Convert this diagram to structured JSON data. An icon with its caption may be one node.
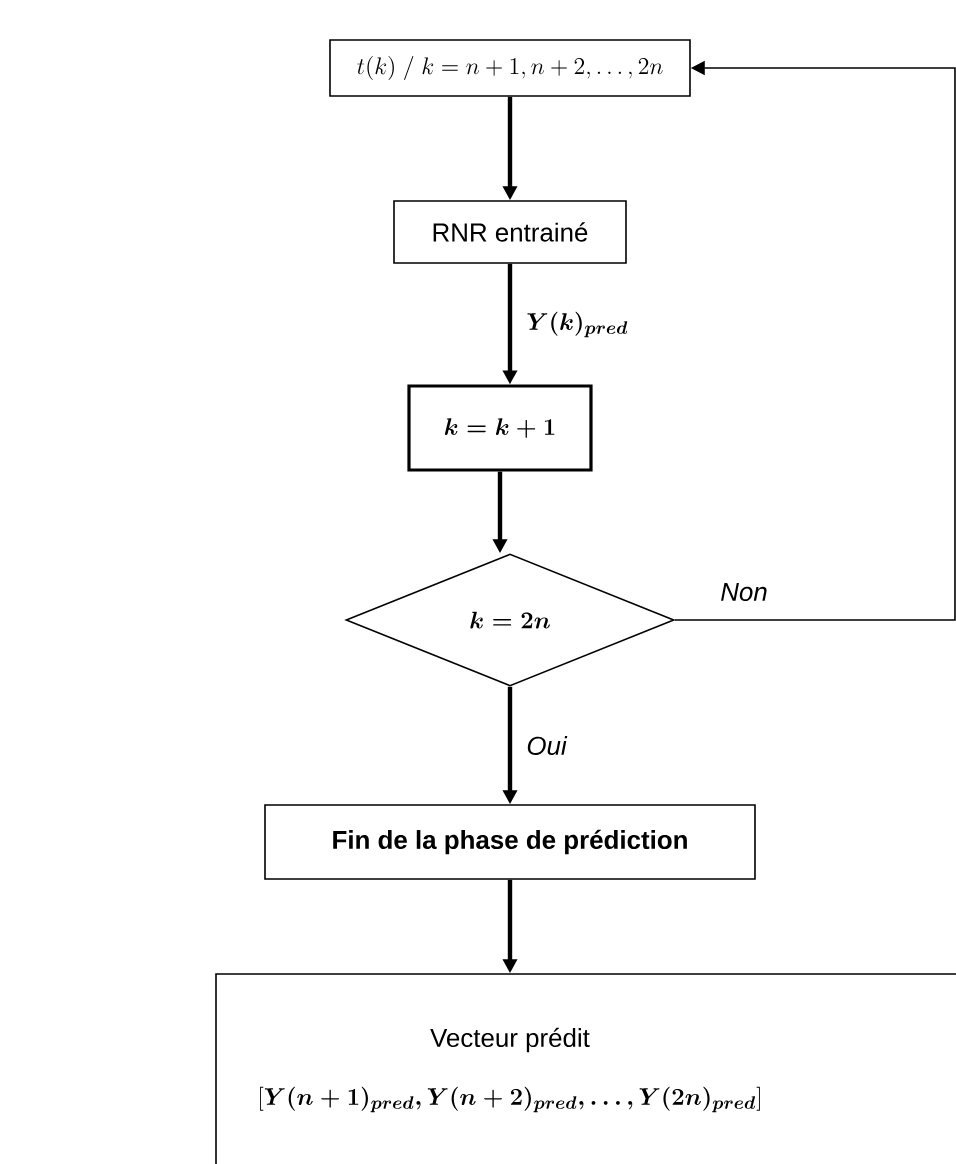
{
  "diagram": {
    "nodes": [
      {
        "text": [
          "t(k)\\;/\\;k = n+1, n+2, \\ldots, 2n"
        ]
      },
      {
        "text": [
          "RNR entrainé"
        ]
      },
      {
        "text": [
          "\\boldsymbol{k = k + 1}"
        ]
      },
      {
        "text": [
          "\\boldsymbol{k = 2n}"
        ]
      },
      {
        "text": [
          "Fin de la phase de prédiction"
        ]
      },
      {
        "text": [
          "Vecteur prédit",
          "[\\boldsymbol{Y(n+1)_{pred}, Y(n+2)_{pred}, \\ldots, Y(2n)_{pred}}]"
        ]
      }
    ],
    "edges": [
      {
        "from": 0,
        "to": 1,
        "arrow": "to"
      },
      {
        "from": 1,
        "to": 2,
        "arrow": "to",
        "label": "\\boldsymbol{Y(k)_{pred}}"
      },
      {
        "from": 2,
        "to": 3,
        "arrow": "to"
      },
      {
        "from": 3,
        "to": 4,
        "arrow": "to",
        "label": "Oui"
      },
      {
        "from": 4,
        "to": 5,
        "arrow": "to"
      },
      {
        "from": 3,
        "to": 0,
        "arrow": "to",
        "label": "Non"
      }
    ]
  }
}
